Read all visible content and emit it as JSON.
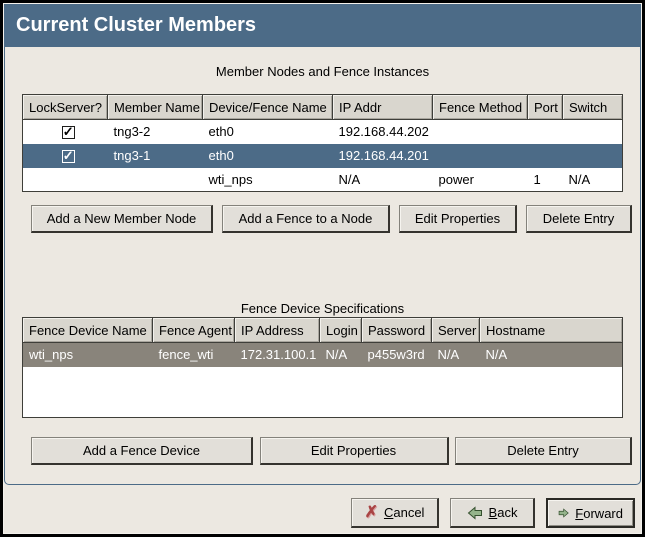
{
  "window": {
    "title": "Current Cluster Members"
  },
  "icons": {
    "check": "✓",
    "cancel": "✗",
    "back_arrow": "left-arrow",
    "forward_arrow": "right-arrow"
  },
  "colors": {
    "titlebar_bg": "#4c6b87",
    "selected_row_bg": "#4c6b87",
    "inactive_selected_row_bg": "#89847b",
    "window_bg": "#ece8e1",
    "cancel_icon": "#a94444",
    "arrow_icon_fill": "#95b48b"
  },
  "member_section": {
    "caption": "Member Nodes and Fence Instances",
    "columns": [
      "LockServer?",
      "Member Name",
      "Device/Fence Name",
      "IP Addr",
      "Fence Method",
      "Port",
      "Switch"
    ],
    "rows": [
      {
        "lockserver": "checked",
        "member_name": "tng3-2",
        "device_fence_name": "eth0",
        "ip_addr": "192.168.44.202",
        "fence_method": "",
        "port": "",
        "switch": "",
        "selected": false
      },
      {
        "lockserver": "checked",
        "member_name": "tng3-1",
        "device_fence_name": "eth0",
        "ip_addr": "192.168.44.201",
        "fence_method": "",
        "port": "",
        "switch": "",
        "selected": true
      },
      {
        "lockserver": "none",
        "member_name": "",
        "device_fence_name": "wti_nps",
        "ip_addr": "N/A",
        "fence_method": "power",
        "port": "1",
        "switch": "N/A",
        "selected": false
      }
    ],
    "buttons": {
      "add_member": "Add a New Member Node",
      "add_fence": "Add a Fence to a Node",
      "edit": "Edit Properties",
      "delete": "Delete Entry"
    }
  },
  "fence_section": {
    "caption": "Fence Device Specifications",
    "columns": [
      "Fence Device Name",
      "Fence Agent",
      "IP Address",
      "Login",
      "Password",
      "Server",
      "Hostname"
    ],
    "rows": [
      {
        "fence_device_name": "wti_nps",
        "fence_agent": "fence_wti",
        "ip_address": "172.31.100.1",
        "login": "N/A",
        "password": "p455w3rd",
        "server": "N/A",
        "hostname": "N/A",
        "selected": true
      }
    ],
    "buttons": {
      "add_device": "Add a Fence Device",
      "edit": "Edit Properties",
      "delete": "Delete Entry"
    }
  },
  "footer": {
    "cancel": {
      "mnemonic": "C",
      "rest": "ancel"
    },
    "back": {
      "mnemonic": "B",
      "rest": "ack"
    },
    "forward": {
      "mnemonic": "F",
      "rest": "orward"
    }
  }
}
